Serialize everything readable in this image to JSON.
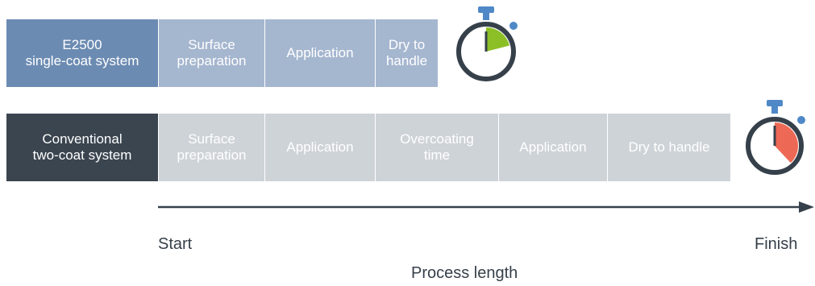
{
  "rows": [
    {
      "label": "E2500\nsingle-coat system",
      "steps": [
        "Surface\npreparation",
        "Application",
        "Dry to\nhandle"
      ],
      "timer_fill": 0.21,
      "timer_color": "#8cbf26"
    },
    {
      "label": "Conventional\ntwo-coat system",
      "steps": [
        "Surface\npreparation",
        "Application",
        "Overcoating\ntime",
        "Application",
        "Dry to handle"
      ],
      "timer_fill": 0.38,
      "timer_color": "#ee6955"
    }
  ],
  "axis": {
    "start": "Start",
    "finish": "Finish",
    "title": "Process length"
  },
  "colors": {
    "single_label_bg": "#6c8bb2",
    "single_step_bg": "#a5b6cf",
    "conventional_label_bg": "#3b4550",
    "conventional_step_bg": "#ced3d8",
    "timer_knob": "#4f88c7",
    "timer_body": "#36404a",
    "axis_line": "#36404a"
  },
  "icons": [
    "stopwatch-icon",
    "arrow-right-icon"
  ]
}
